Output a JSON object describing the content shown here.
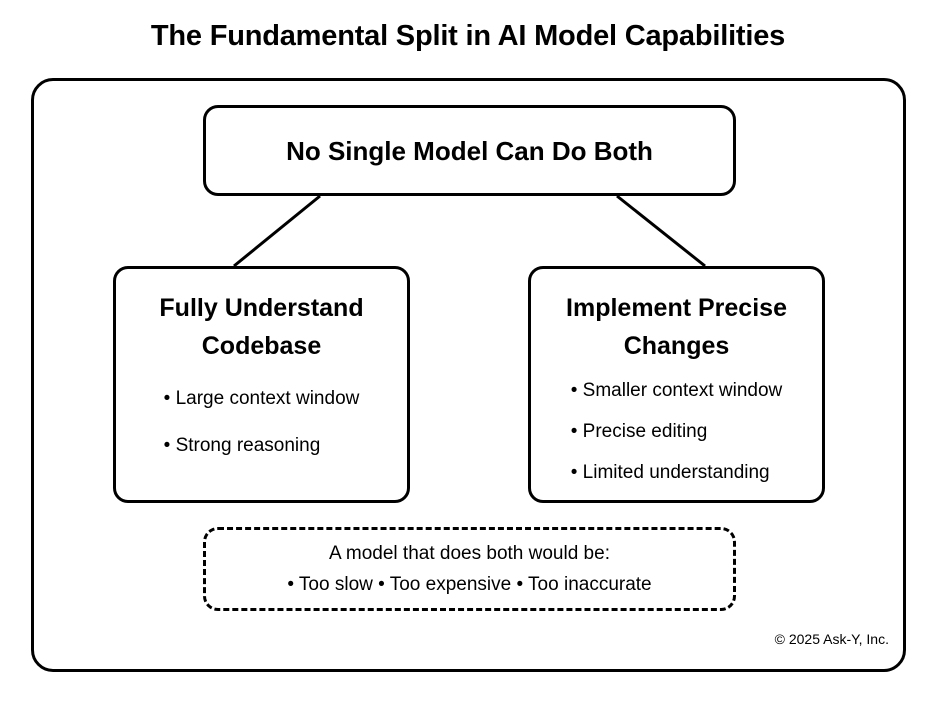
{
  "page": {
    "title": "The Fundamental Split in AI Model Capabilities",
    "background_color": "#ffffff",
    "line_color": "#000000"
  },
  "diagram": {
    "root_node": {
      "heading": "No Single Model Can Do Both"
    },
    "branches": [
      {
        "heading": "Fully Understand Codebase",
        "heading_line_1": "Fully Understand",
        "heading_line_2": "Codebase",
        "bullets": [
          "Large context window",
          "Strong reasoning"
        ]
      },
      {
        "heading": "Implement Precise Changes",
        "heading_line_1": "Implement Precise",
        "heading_line_2": "Changes",
        "bullets": [
          "Smaller context window",
          "Precise editing",
          "Limited understanding"
        ]
      }
    ],
    "note": {
      "line_1": "A model that does both would be:",
      "line_2": "• Too slow • Too expensive • Too inaccurate"
    }
  },
  "footer": {
    "copyright": "© 2025 Ask-Y, Inc."
  }
}
